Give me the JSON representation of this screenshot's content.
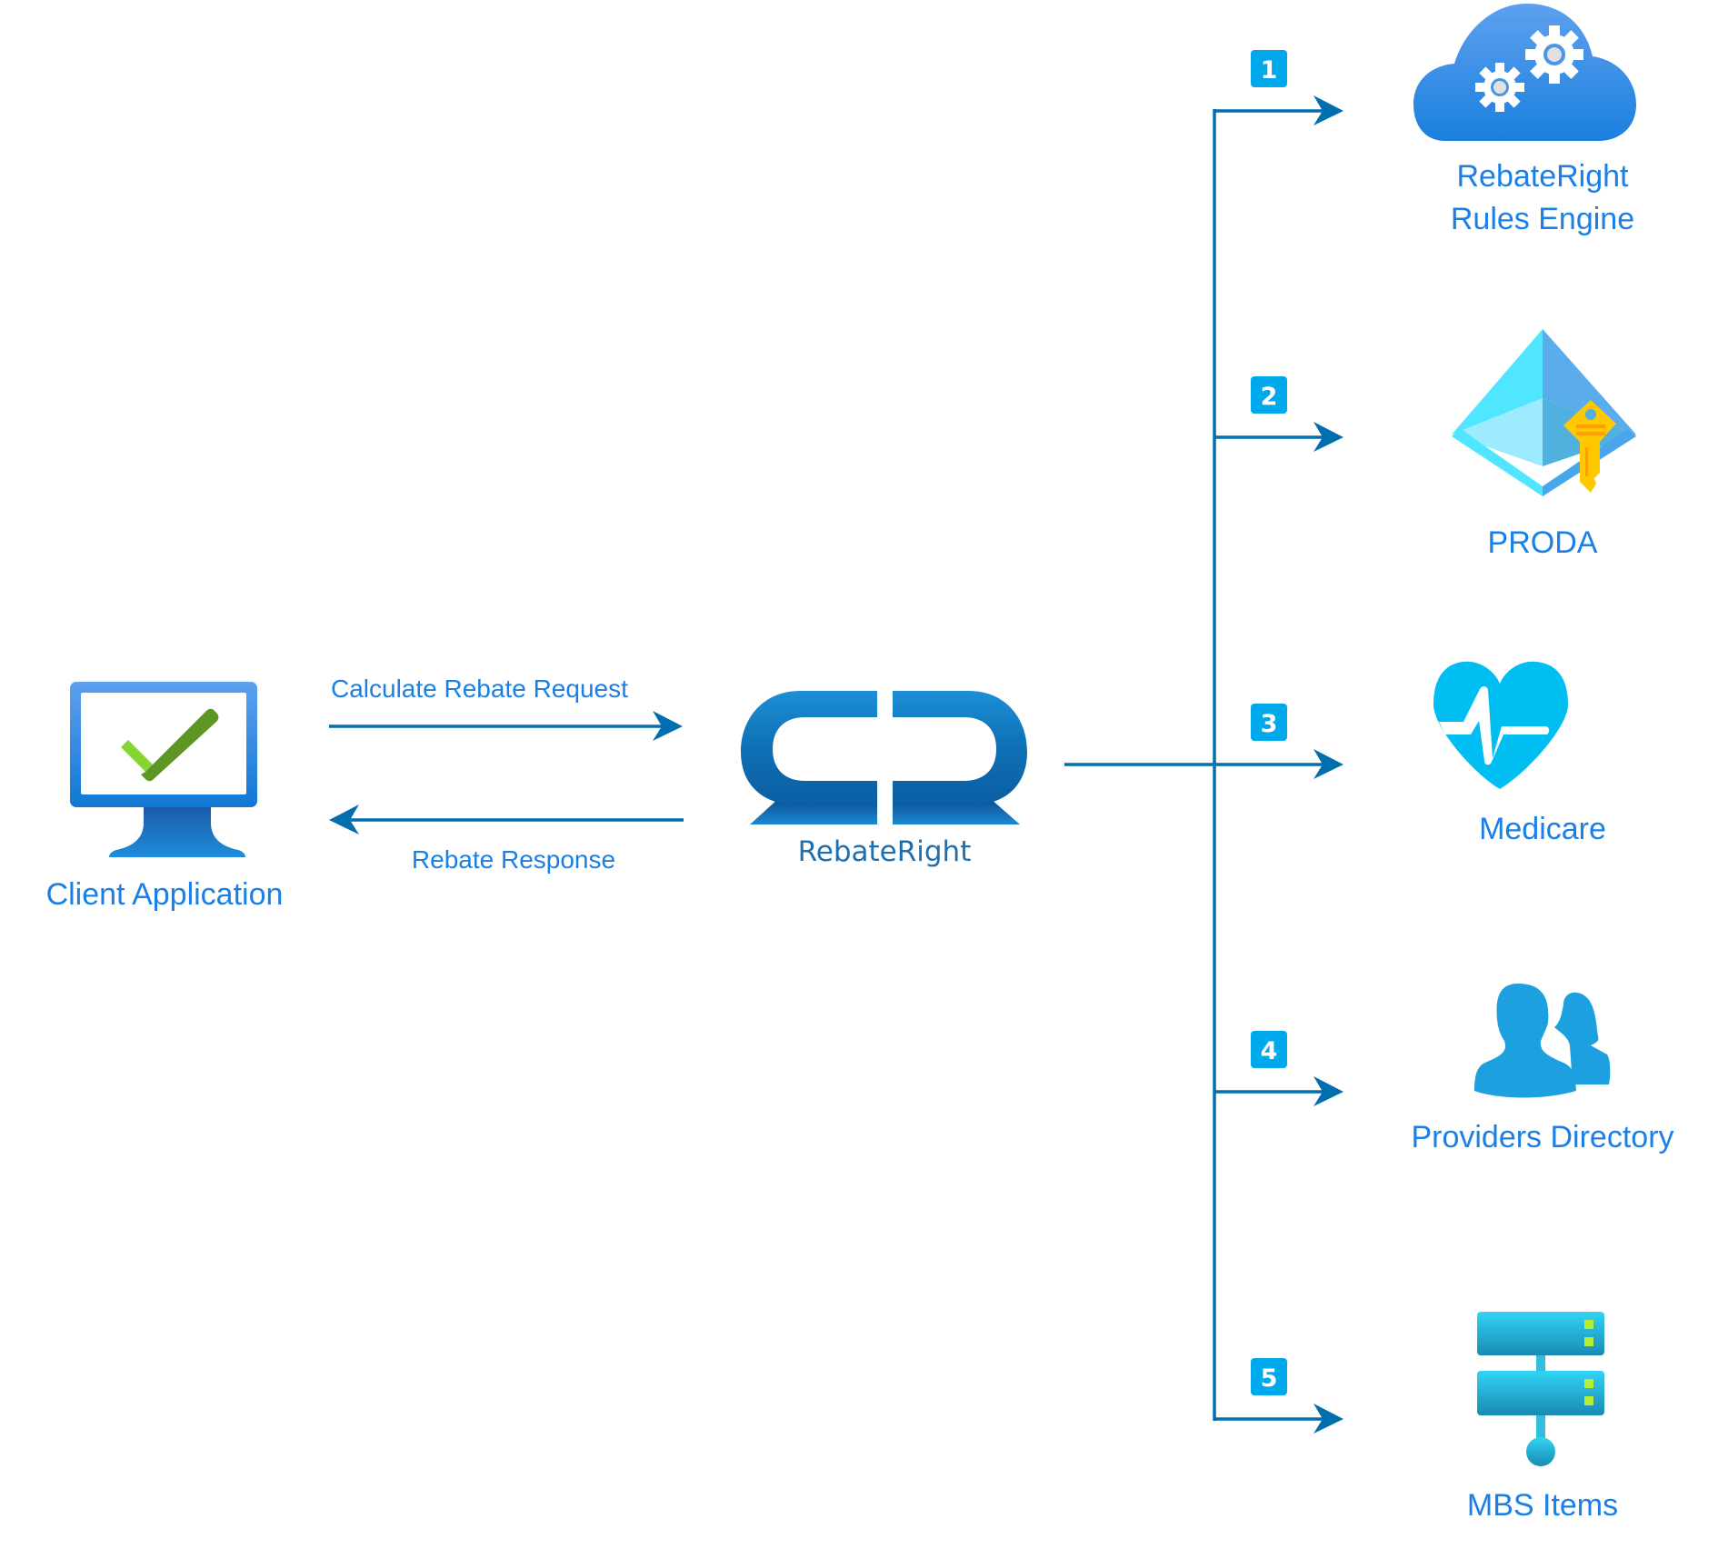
{
  "diagram": {
    "colors": {
      "connector": "#006eaf",
      "label": "#1a7fe6",
      "badge": "#00a8ec",
      "brand_text": "#1f6fae"
    },
    "client": {
      "label": "Client Application",
      "icon": "monitor-check-icon"
    },
    "edges": {
      "request": {
        "label": "Calculate Rebate Request",
        "from": "client",
        "to": "rebateright"
      },
      "response": {
        "label": "Rebate Response",
        "from": "rebateright",
        "to": "client"
      }
    },
    "hub": {
      "label": "RebateRight",
      "icon": "rebateright-logo-icon"
    },
    "services": [
      {
        "step": "1",
        "line1": "RebateRight",
        "line2": "Rules Engine",
        "icon": "cloud-gears-icon"
      },
      {
        "step": "2",
        "line1": "PRODA",
        "line2": "",
        "icon": "pyramid-key-icon"
      },
      {
        "step": "3",
        "line1": "Medicare",
        "line2": "",
        "icon": "heart-pulse-icon"
      },
      {
        "step": "4",
        "line1": "Providers Directory",
        "line2": "",
        "icon": "users-icon"
      },
      {
        "step": "5",
        "line1": "MBS Items",
        "line2": "",
        "icon": "server-icon"
      }
    ]
  }
}
